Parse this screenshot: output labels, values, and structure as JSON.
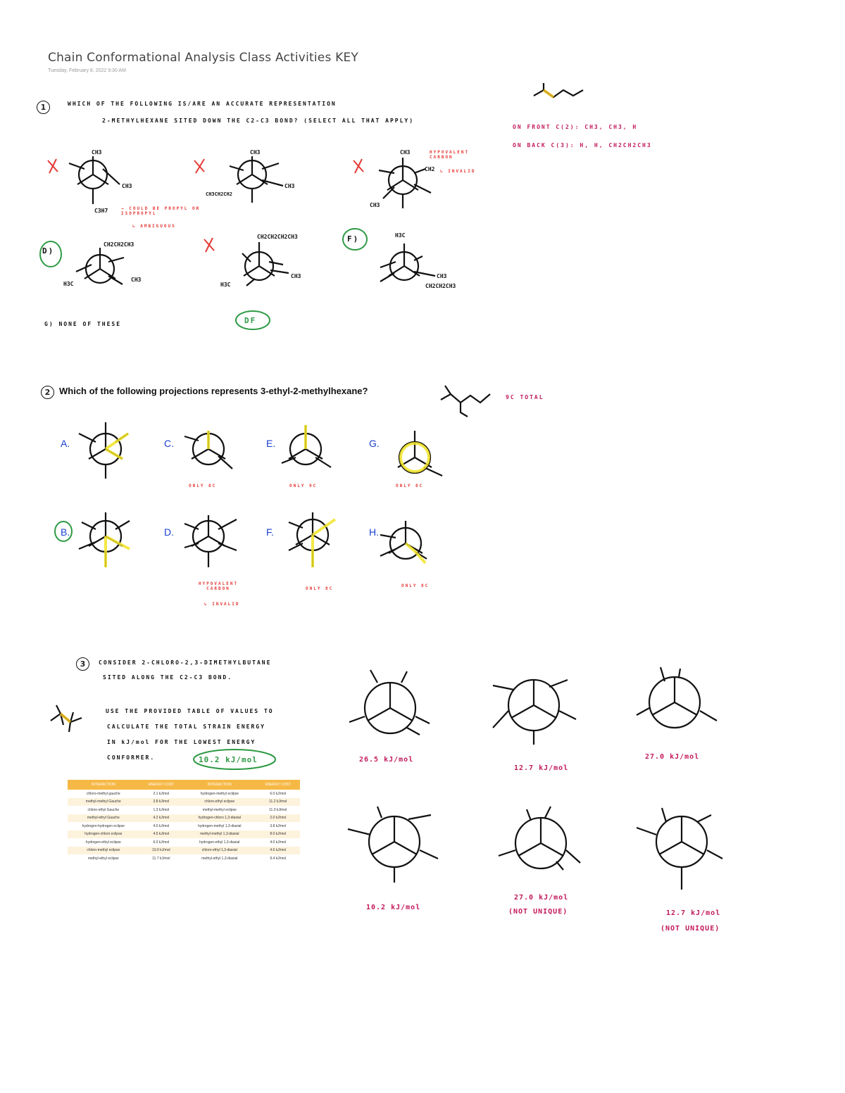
{
  "header": {
    "title": "Chain Conformational Analysis Class Activities KEY",
    "date": "Tuesday, February 8, 2022     9:30 AM"
  },
  "q1": {
    "number": "1",
    "line1": "WHICH OF THE FOLLOWING IS/ARE AN ACCURATE REPRESENTATION",
    "line2": "2-METHYLHEXANE  SITED DOWN THE C2-C3 BOND?  (SELECT ALL THAT APPLY)",
    "side_front": "ON FRONT C(2):  CH3, CH3, H",
    "side_back": "ON BACK C(3):  H, H, CH2CH2CH3",
    "note_a": "→ COULD BE PROPYL OR ISOPROPYL",
    "note_a2": "↳ AMBIGUOUS",
    "note_c": "HYPOVALENT CARBON",
    "note_c2": "↳ INVALID",
    "option_d": "D)",
    "option_f": "F)",
    "option_g": "G) NONE OF THESE",
    "answer": "DF",
    "labels": {
      "a_top": "CH3",
      "a_r": "CH3",
      "a_bot": "C3H7",
      "b_top": "CH3",
      "b_l": "CH3CH2CH2",
      "b_r": "CH3",
      "c_top": "CH3",
      "c_r": "CH2",
      "c_l": "CH3",
      "d_top": "CH2CH2CH3",
      "d_l": "H3C",
      "d_r": "CH3",
      "e_top": "CH2CH2CH2CH3",
      "e_l": "H3C",
      "e_r": "CH3",
      "f_top": "H3C",
      "f_r": "CH3",
      "f_r2": "CH2CH2CH3"
    }
  },
  "q2": {
    "number": "2",
    "question": "Which of the following projections represents 3-ethyl-2-methylhexane?",
    "total": "9C TOTAL",
    "letters": [
      "A.",
      "C.",
      "E.",
      "G.",
      "B.",
      "D.",
      "F.",
      "H."
    ],
    "only_notes": [
      "ONLY 8C",
      "ONLY 9C",
      "ONLY 8C",
      "ONLY 8C",
      "ONLY 8C"
    ],
    "d_note1": "HYPOVALENT CARBON",
    "d_note2": "↳ INVALID",
    "answer_letter": "B."
  },
  "q3": {
    "number": "3",
    "line1": "CONSIDER 2-CHLORO-2,3-DIMETHYLBUTANE",
    "line2": "SITED ALONG THE C2-C3 BOND.",
    "line3": "USE THE PROVIDED TABLE OF VALUES TO",
    "line4": "CALCULATE THE TOTAL STRAIN ENERGY",
    "line5": "IN kJ/mol FOR THE LOWEST ENERGY",
    "line6": "CONFORMER.",
    "answer": "10.2 kJ/mol",
    "energies": [
      "26.5 kJ/mol",
      "12.7 kJ/mol",
      "27.0 kJ/mol",
      "10.2 kJ/mol",
      "27.0 kJ/mol",
      "(NOT UNIQUE)",
      "12.7 kJ/mol",
      "(NOT UNIQUE)"
    ],
    "table": {
      "headers": [
        "INTERACTION",
        "ENERGY COST",
        "INTERACTION",
        "ENERGY COST"
      ],
      "rows": [
        [
          "chloro-methyl gauche",
          "2.1 kJ/mol",
          "hydrogen-methyl eclipse",
          "6.0 kJ/mol"
        ],
        [
          "methyl-methyl Gauche",
          "3.8 kJ/mol",
          "chloro-ethyl eclipse",
          "11.2 kJ/mol"
        ],
        [
          "chloro-ethyl Gauche",
          "1.3 kJ/mol",
          "methyl-methyl eclipse",
          "11.0 kJ/mol"
        ],
        [
          "methyl-ethyl Gauche",
          "4.2 kJ/mol",
          "hydrogen-chloro 1,3-diaxial",
          "2.0 kJ/mol"
        ],
        [
          "hydrogen-hydrogen eclipse",
          "4.0 kJ/mol",
          "hydrogen-methyl 1,3-diaxial",
          "3.8 kJ/mol"
        ],
        [
          "hydrogen-chloro eclipse",
          "4.5 kJ/mol",
          "methyl-methyl 1,3-diaxial",
          "8.0 kJ/mol"
        ],
        [
          "hydrogen-ethyl eclipse",
          "6.0 kJ/mol",
          "hydrogen-ethyl 1,3-diaxial",
          "4.0 kJ/mol"
        ],
        [
          "chloro-methyl eclipse",
          "10.0 kJ/mol",
          "chloro-ethyl 1,3-diaxial",
          "4.6 kJ/mol"
        ],
        [
          "methyl-ethyl eclipse",
          "11.7 kJ/mol",
          "methyl-ethyl 1,3-diaxial",
          "9.4 kJ/mol"
        ]
      ]
    }
  }
}
